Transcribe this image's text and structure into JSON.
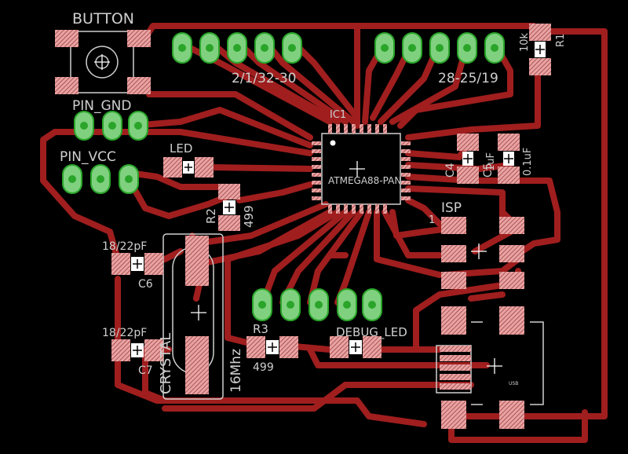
{
  "colors": {
    "background": "#000000",
    "trace": "#a01e1e",
    "pad_fill": "#e8a3a3",
    "pad_hatch": "#9a3a3a",
    "via_ring": "#7fd17f",
    "via_green": "#2aa52a",
    "silk": "#cfcfcf"
  },
  "labels": {
    "button": "BUTTON",
    "pin_gnd": "PIN_GND",
    "pin_vcc": "PIN_VCC",
    "led": "LED",
    "r2": "R2",
    "r2_value": "499",
    "header_left": "2/1/32-30",
    "header_right": "28-25/19",
    "ic1": "IC1",
    "mcu": "ATMEGA88-PAN",
    "c4": "C4",
    "c5": "C5",
    "c4_value": "1uF",
    "c5_value": "0.1uF",
    "r1_value": "10k",
    "r1": "R1",
    "isp": "ISP",
    "isp_pin1": "1",
    "c6_value": "18/22pF",
    "c6": "C6",
    "c7_value": "18/22pF",
    "c7": "C7",
    "crystal": "CRYSTAL",
    "crystal_freq": "16Mhz",
    "r3": "R3",
    "r3_value": "499",
    "debug_led": "DEBUG_LED",
    "usb": "USB"
  }
}
